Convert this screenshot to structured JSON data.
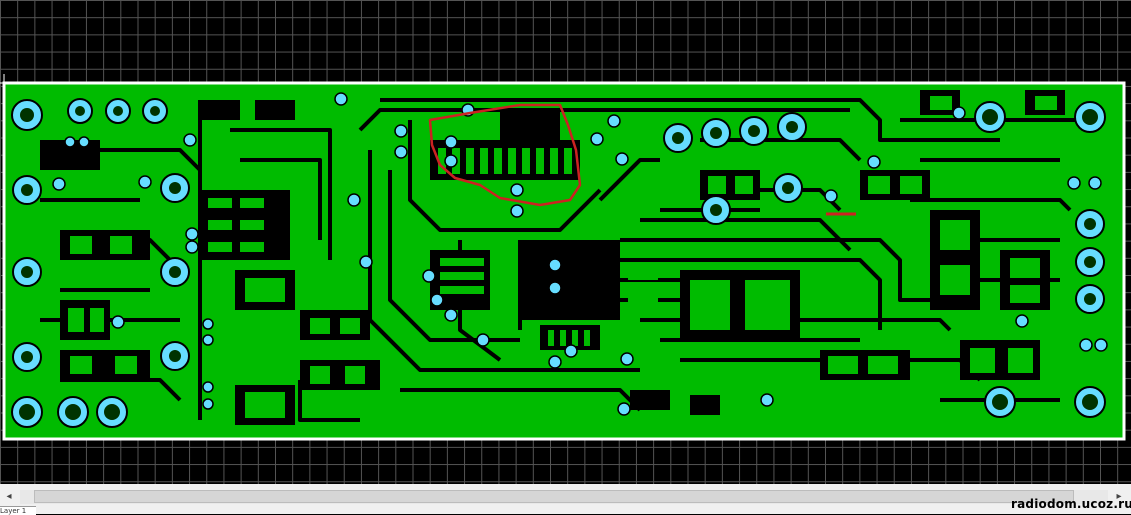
{
  "app": {
    "watermark": "radiodom.ucoz.ru",
    "layer_tab": "Layer 1"
  },
  "colors": {
    "background": "#000000",
    "grid": "#555555",
    "board_outline": "#ffffff",
    "copper": "#00bb00",
    "drill_pad": "#66ddff",
    "drill_hole": "#003300",
    "annotation": "#cc2222"
  },
  "icons": {
    "scroll_left": "◂",
    "scroll_right": "▸",
    "cursor": "crosshair-icon"
  },
  "scrollbar": {
    "thumb_fraction": 0.96
  }
}
